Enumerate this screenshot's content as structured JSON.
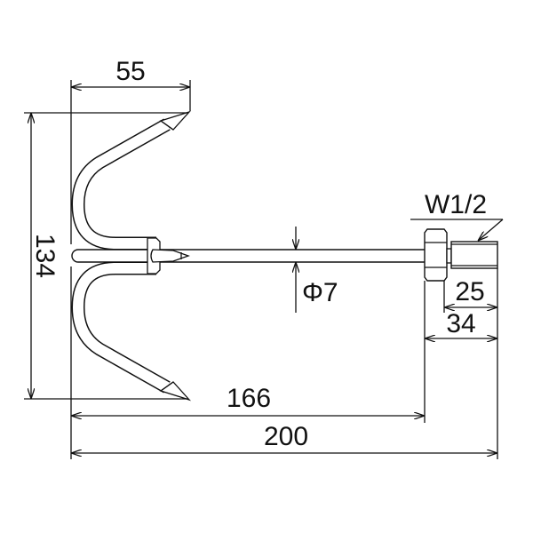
{
  "title": "Anchor hook dimension drawing",
  "dimensions": {
    "prong_width": "55",
    "total_height": "134",
    "rod_diameter": "Φ7",
    "thread": "W1/2",
    "thread_length": "25",
    "fitting_length": "34",
    "rod_length": "166",
    "total_length": "200"
  }
}
